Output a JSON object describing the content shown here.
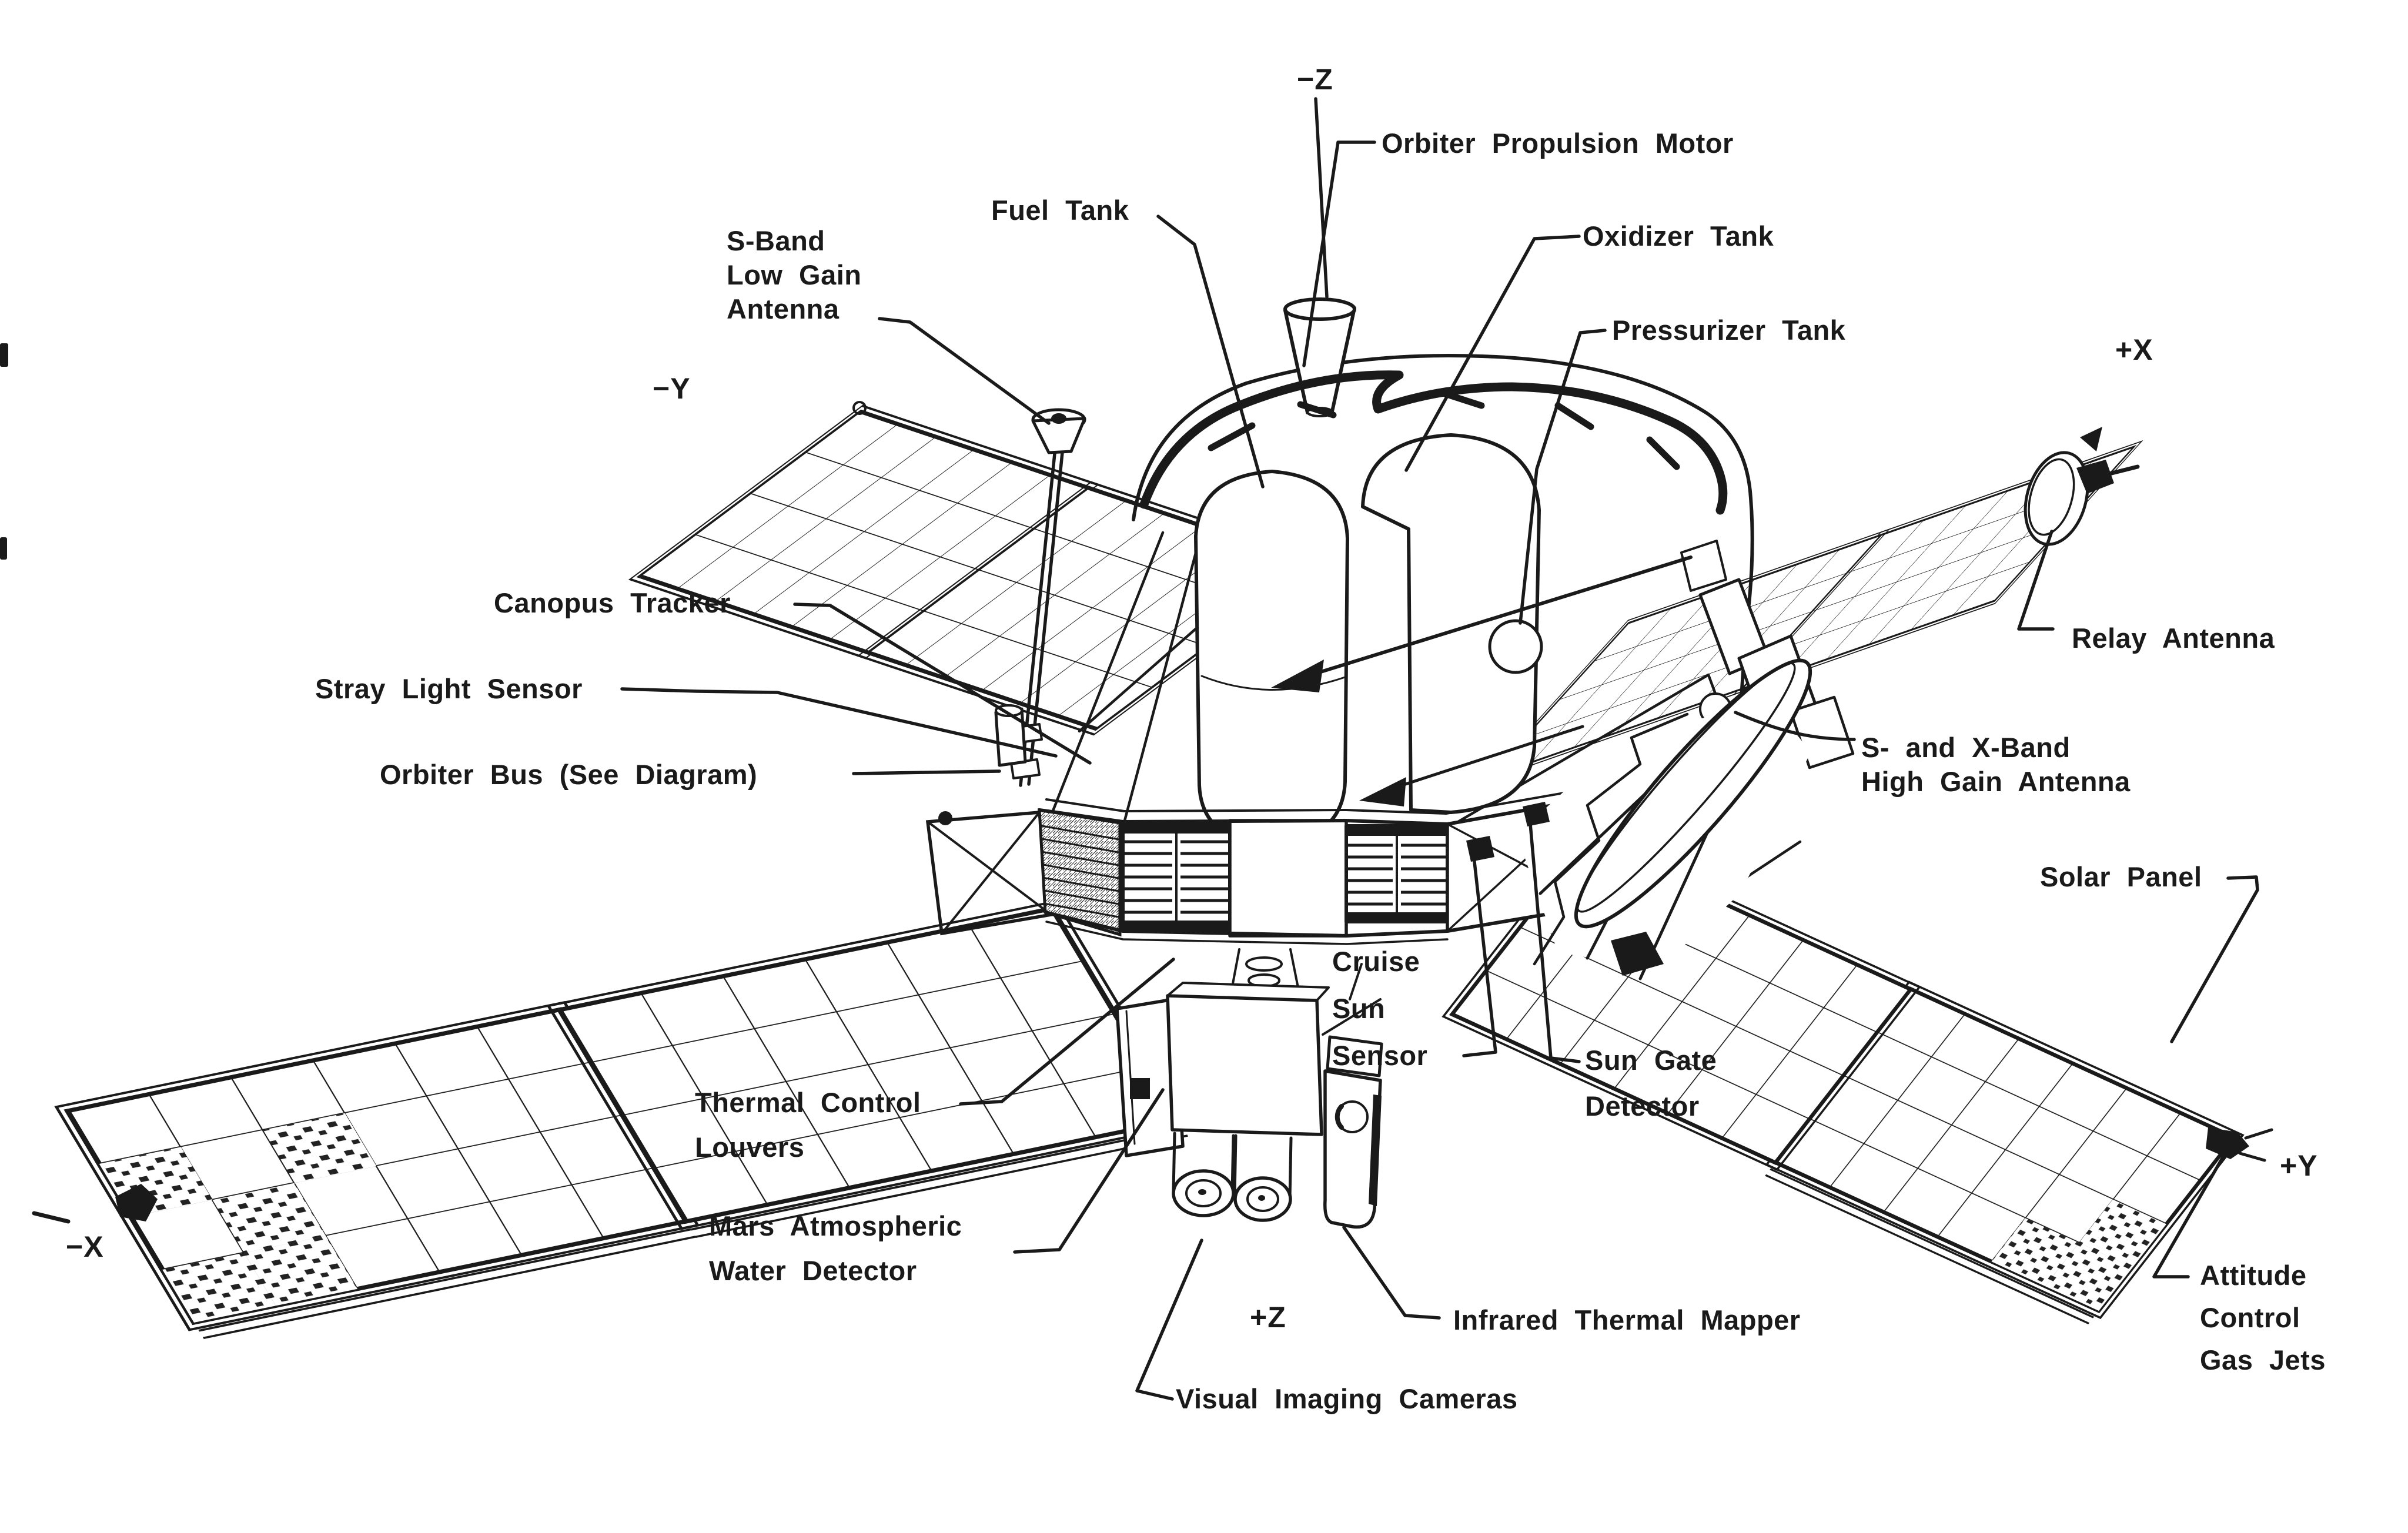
{
  "colors": {
    "ink": "#1a1a1a",
    "paper": "#ffffff"
  },
  "axes": {
    "minus_z": "−Z",
    "plus_x": "+X",
    "minus_y": "−Y",
    "minus_x": "−X",
    "plus_y": "+Y",
    "plus_z": "+Z"
  },
  "labels": {
    "orbiter_propulsion_motor": "Orbiter Propulsion Motor",
    "fuel_tank": "Fuel Tank",
    "oxidizer_tank": "Oxidizer Tank",
    "pressurizer_tank": "Pressurizer Tank",
    "s_band_low_gain_antenna": [
      "S-Band",
      "Low Gain",
      "Antenna"
    ],
    "relay_antenna": "Relay Antenna",
    "canopus_tracker": "Canopus Tracker",
    "stray_light_sensor": "Stray Light Sensor",
    "orbiter_bus": "Orbiter Bus (See Diagram)",
    "high_gain_antenna": [
      "S- and X-Band",
      "High Gain Antenna"
    ],
    "solar_panel": "Solar Panel",
    "cruise_sun_sensor": [
      "Cruise",
      "Sun",
      "Sensor"
    ],
    "sun_gate_detector": [
      "Sun Gate",
      "Detector"
    ],
    "thermal_control_louvers": [
      "Thermal Control",
      "Louvers"
    ],
    "mars_atmospheric_water_detector": [
      "Mars Atmospheric",
      "Water Detector"
    ],
    "infrared_thermal_mapper": "Infrared Thermal Mapper",
    "attitude_control_gas_jets": [
      "Attitude",
      "Control",
      "Gas Jets"
    ],
    "visual_imaging_cameras": "Visual Imaging Cameras"
  }
}
